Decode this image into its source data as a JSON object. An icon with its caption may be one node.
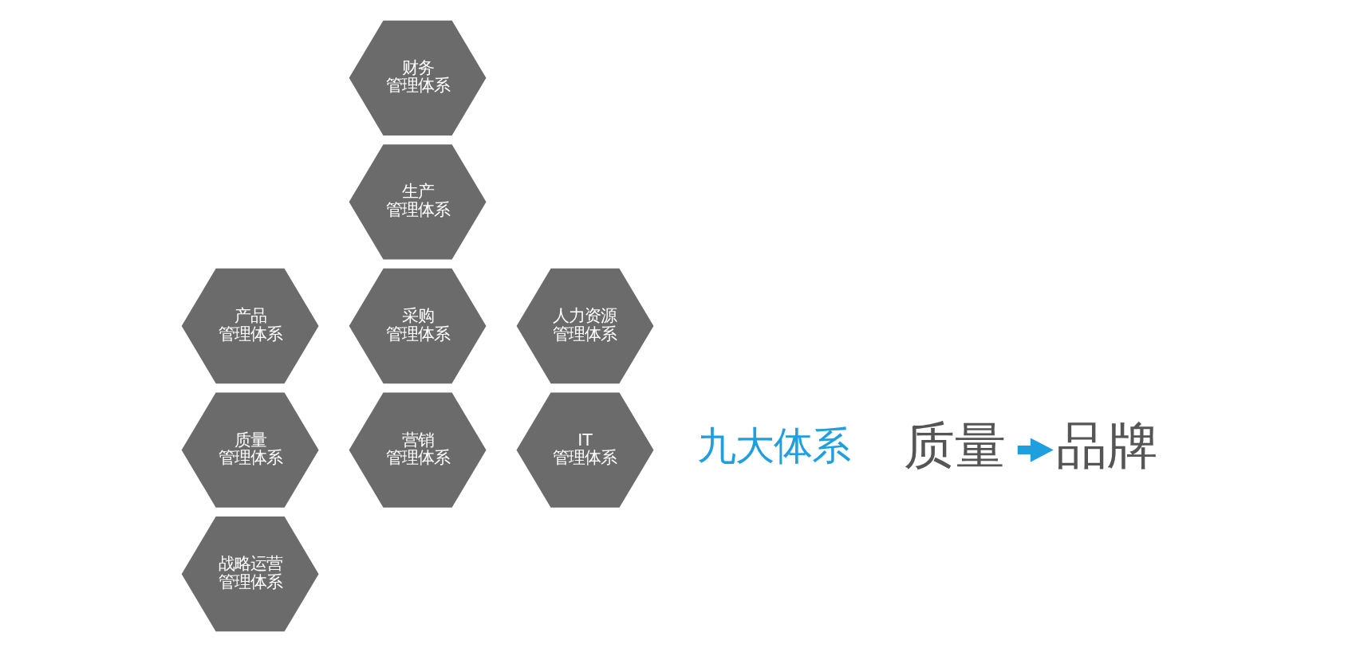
{
  "diagram": {
    "nodes": [
      {
        "text": [
          "采购",
          "管理体系"
        ]
      },
      {
        "text": [
          "战略运营",
          "管理体系"
        ]
      },
      {
        "text": [
          "人力资源",
          "管理体系"
        ]
      },
      {
        "text": [
          "生产",
          "管理体系"
        ]
      },
      {
        "text": [
          "质量",
          "管理体系"
        ]
      },
      {
        "text": [
          "营销",
          "管理体系"
        ]
      },
      {
        "text": [
          "产品",
          "管理体系"
        ]
      },
      {
        "text": [
          "IT",
          "管理体系"
        ]
      },
      {
        "text": [
          "财务",
          "管理体系"
        ]
      },
      {
        "text": [
          "九大体系"
        ]
      },
      {
        "text": [
          "质量"
        ]
      },
      {
        "text": [
          "品牌"
        ]
      }
    ],
    "edges": [
      {
        "from": 10,
        "to": 11,
        "arrow": "to"
      }
    ]
  }
}
